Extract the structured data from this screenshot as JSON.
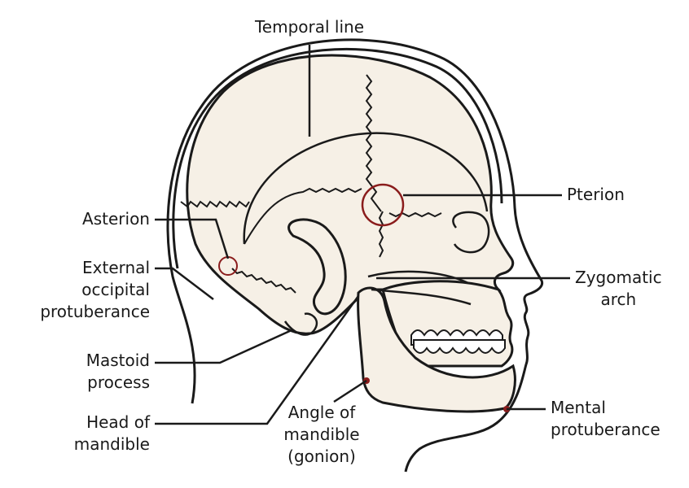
{
  "colors": {
    "bone": "#f6f0e6",
    "outline": "#1a1a1a",
    "marker": "#8a1c1c",
    "background": "#ffffff"
  },
  "labels": {
    "temporal_line": "Temporal line",
    "pterion": "Pterion",
    "asterion": "Asterion",
    "external_occipital_protuberance": [
      "External",
      "occipital",
      "protuberance"
    ],
    "zygomatic_arch": [
      "Zygomatic",
      "arch"
    ],
    "mastoid_process": [
      "Mastoid",
      "process"
    ],
    "head_of_mandible": [
      "Head of",
      "mandible"
    ],
    "angle_of_mandible": [
      "Angle of",
      "mandible",
      "(gonion)"
    ],
    "mental_protuberance": [
      "Mental",
      "protuberance"
    ]
  }
}
